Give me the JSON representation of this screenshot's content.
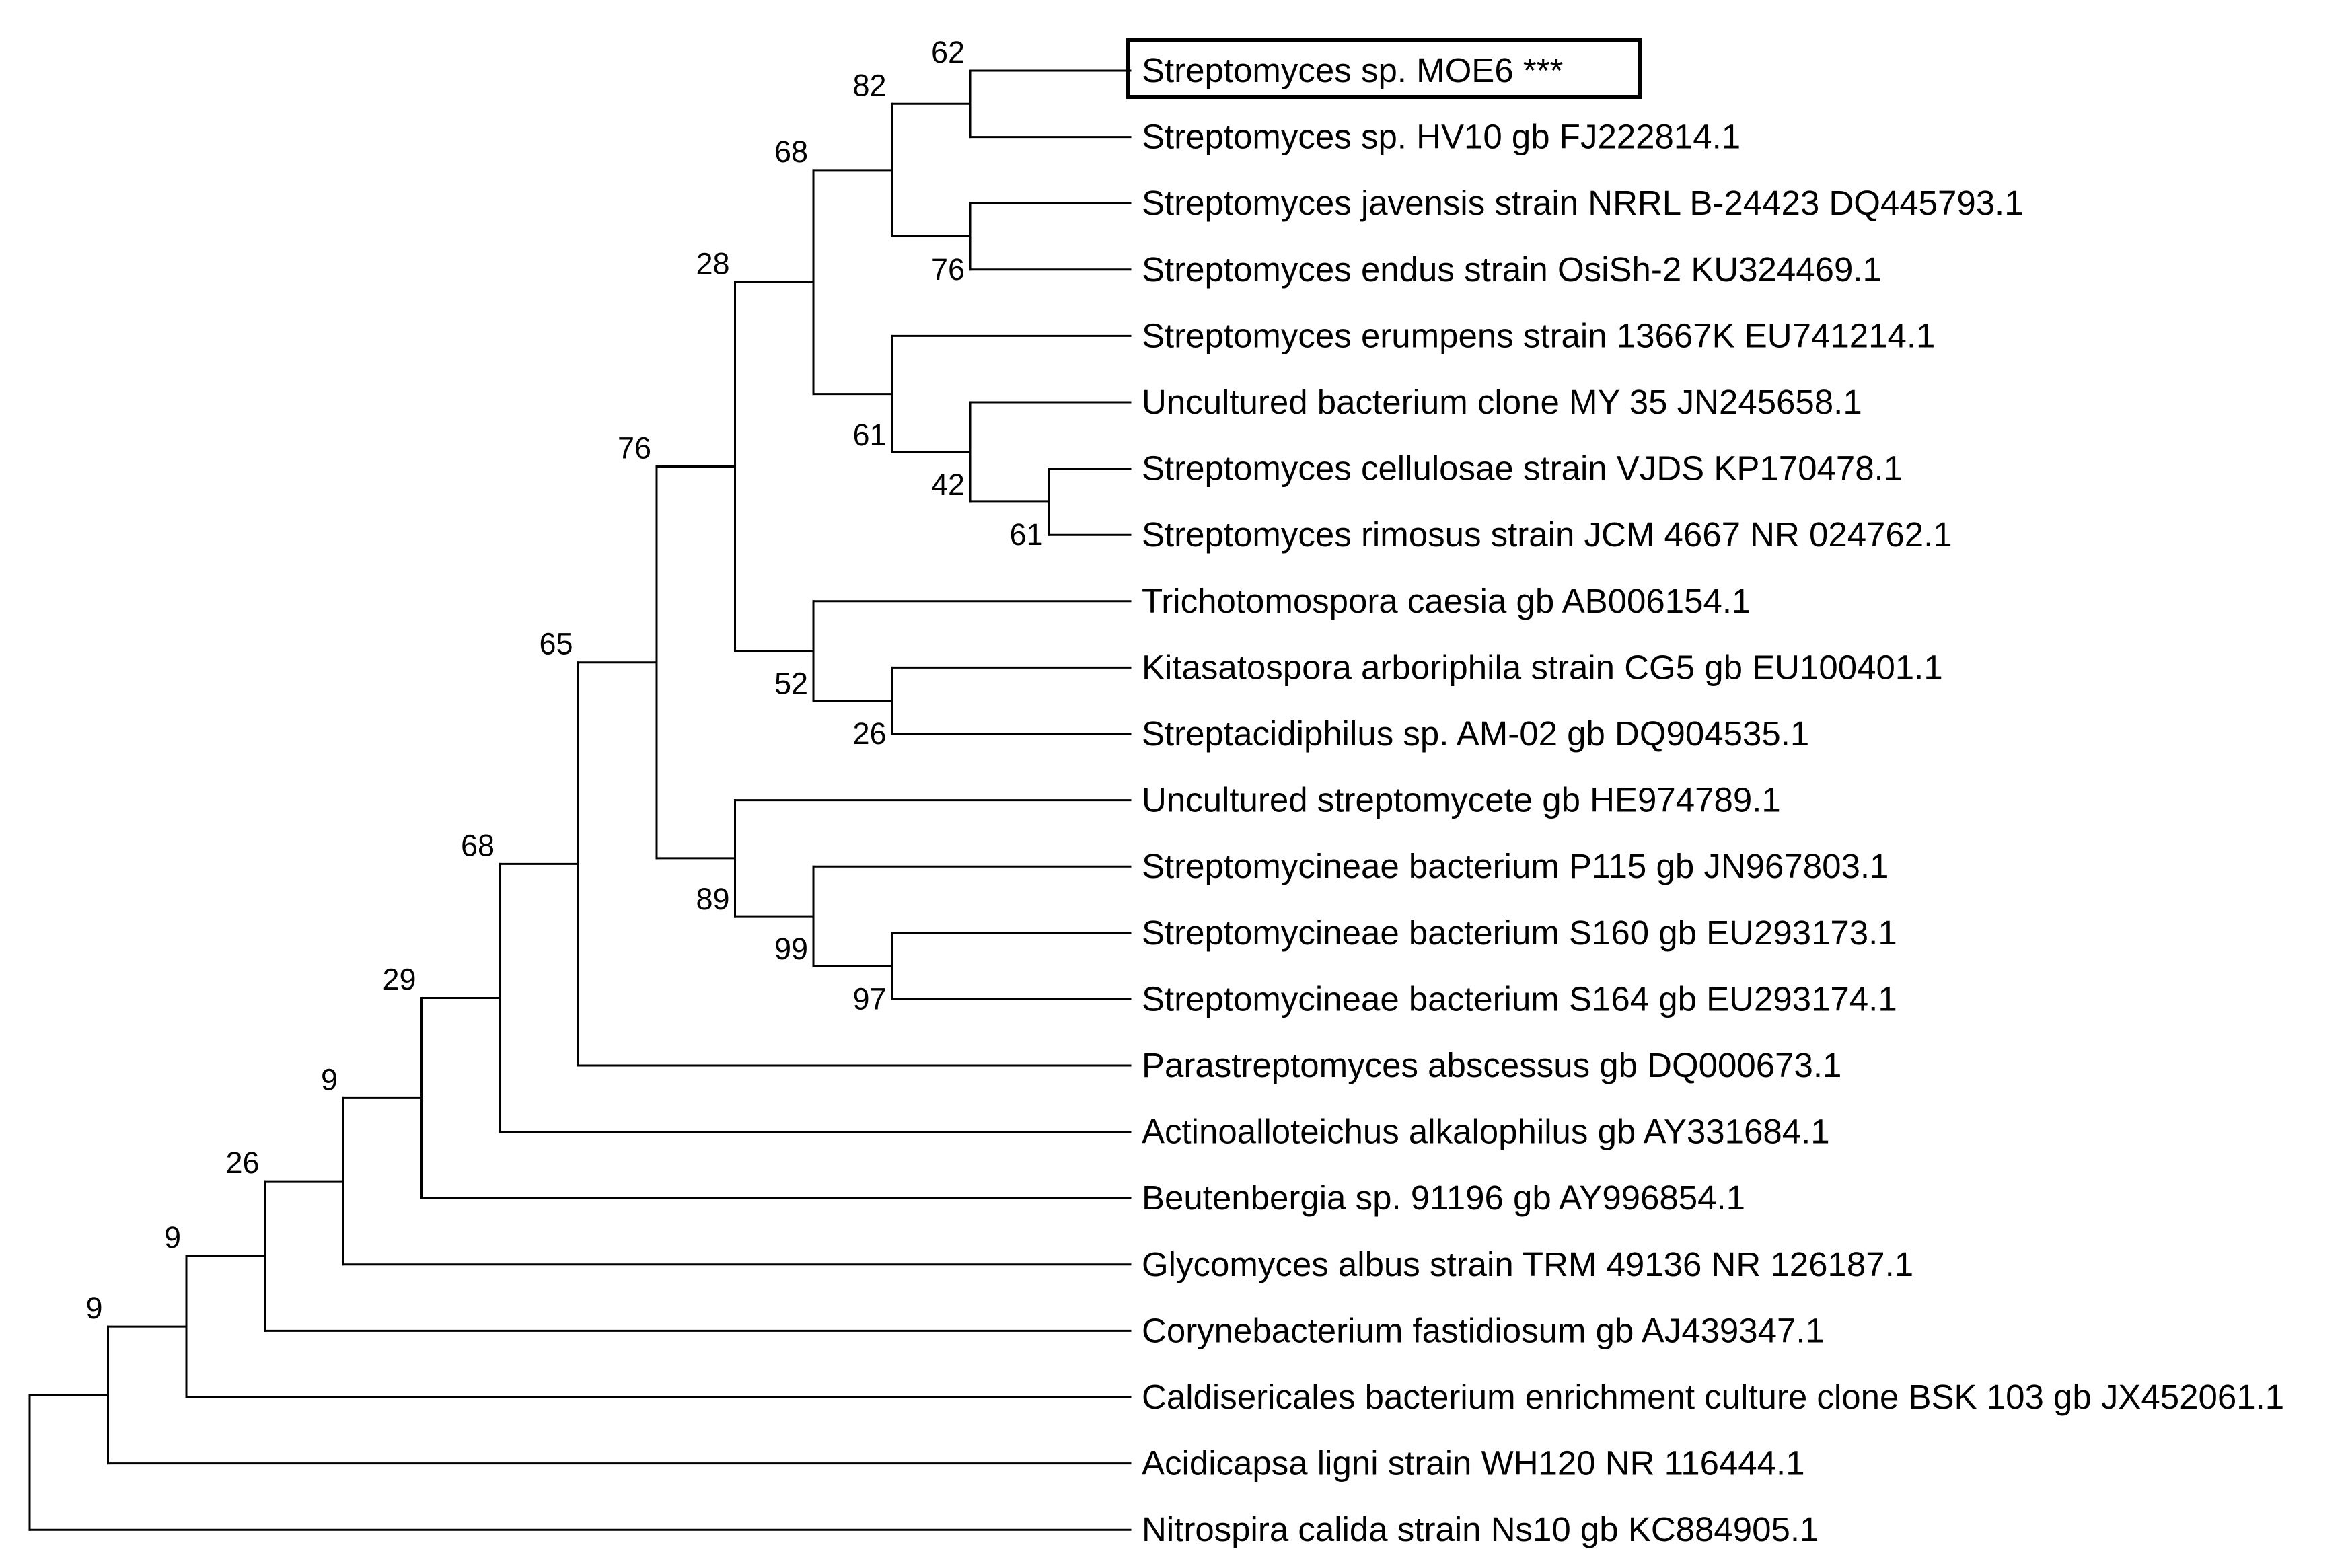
{
  "tree": {
    "highlighted_leaf": "MOE6",
    "leaves": [
      {
        "id": "MOE6",
        "label": "Streptomyces sp. MOE6 ***"
      },
      {
        "id": "HV10",
        "label": "Streptomyces sp. HV10 gb FJ222814.1"
      },
      {
        "id": "javensis",
        "label": "Streptomyces javensis strain NRRL B-24423 DQ445793.1"
      },
      {
        "id": "endus",
        "label": "Streptomyces endus strain OsiSh-2 KU324469.1"
      },
      {
        "id": "erumpens",
        "label": "Streptomyces erumpens strain 13667K EU741214.1"
      },
      {
        "id": "MY35",
        "label": "Uncultured bacterium clone MY 35 JN245658.1"
      },
      {
        "id": "cellulosae",
        "label": "Streptomyces cellulosae strain VJDS KP170478.1"
      },
      {
        "id": "rimosus",
        "label": "Streptomyces rimosus strain JCM 4667 NR 024762.1"
      },
      {
        "id": "trichot",
        "label": "Trichotomospora caesia gb AB006154.1"
      },
      {
        "id": "kitasat",
        "label": "Kitasatospora arboriphila strain CG5 gb EU100401.1"
      },
      {
        "id": "streptacid",
        "label": "Streptacidiphilus sp. AM-02 gb DQ904535.1"
      },
      {
        "id": "unc_strepto",
        "label": "Uncultured streptomycete gb HE974789.1"
      },
      {
        "id": "P115",
        "label": "Streptomycineae bacterium P115 gb JN967803.1"
      },
      {
        "id": "S160",
        "label": "Streptomycineae bacterium S160 gb EU293173.1"
      },
      {
        "id": "S164",
        "label": "Streptomycineae bacterium S164 gb EU293174.1"
      },
      {
        "id": "parastrep",
        "label": "Parastreptomyces abscessus gb DQ000673.1"
      },
      {
        "id": "actino",
        "label": "Actinoalloteichus alkalophilus gb AY331684.1"
      },
      {
        "id": "beuten",
        "label": "Beutenbergia sp. 91196 gb AY996854.1"
      },
      {
        "id": "glyco",
        "label": "Glycomyces albus strain TRM 49136 NR 126187.1"
      },
      {
        "id": "coryne",
        "label": "Corynebacterium fastidiosum gb AJ439347.1"
      },
      {
        "id": "caldi",
        "label": "Caldisericales bacterium enrichment culture clone BSK 103 gb JX452061.1"
      },
      {
        "id": "acidi",
        "label": "Acidicapsa ligni strain WH120 NR 116444.1"
      },
      {
        "id": "nitro",
        "label": "Nitrospira calida strain Ns10 gb KC884905.1"
      }
    ],
    "root": {
      "children": [
        {
          "support": "9",
          "children": [
            {
              "support": "9",
              "children": [
                {
                  "support": "26",
                  "children": [
                    {
                      "support": "9",
                      "children": [
                        {
                          "support": "29",
                          "children": [
                            {
                              "support": "68",
                              "children": [
                                {
                                  "support": "65",
                                  "children": [
                                    {
                                      "support": "76",
                                      "children": [
                                        {
                                          "support": "28",
                                          "children": [
                                            {
                                              "support": "68",
                                              "children": [
                                                {
                                                  "support": "82",
                                                  "children": [
                                                    {
                                                      "support": "62",
                                                      "children": [
                                                        {
                                                          "leaf": "MOE6"
                                                        },
                                                        {
                                                          "leaf": "HV10"
                                                        }
                                                      ]
                                                    },
                                                    {
                                                      "support": "76",
                                                      "children": [
                                                        {
                                                          "leaf": "javensis"
                                                        },
                                                        {
                                                          "leaf": "endus"
                                                        }
                                                      ]
                                                    }
                                                  ]
                                                },
                                                {
                                                  "support": "61",
                                                  "children": [
                                                    {
                                                      "leaf": "erumpens"
                                                    },
                                                    {
                                                      "support": "42",
                                                      "children": [
                                                        {
                                                          "leaf": "MY35"
                                                        },
                                                        {
                                                          "support": "61",
                                                          "children": [
                                                            {
                                                              "leaf": "cellulosae"
                                                            },
                                                            {
                                                              "leaf": "rimosus"
                                                            }
                                                          ]
                                                        }
                                                      ]
                                                    }
                                                  ]
                                                }
                                              ]
                                            },
                                            {
                                              "support": "52",
                                              "children": [
                                                {
                                                  "leaf": "trichot"
                                                },
                                                {
                                                  "support": "26",
                                                  "children": [
                                                    {
                                                      "leaf": "kitasat"
                                                    },
                                                    {
                                                      "leaf": "streptacid"
                                                    }
                                                  ]
                                                }
                                              ]
                                            }
                                          ]
                                        },
                                        {
                                          "support": "89",
                                          "children": [
                                            {
                                              "leaf": "unc_strepto"
                                            },
                                            {
                                              "support": "99",
                                              "children": [
                                                {
                                                  "leaf": "P115"
                                                },
                                                {
                                                  "support": "97",
                                                  "children": [
                                                    {
                                                      "leaf": "S160"
                                                    },
                                                    {
                                                      "leaf": "S164"
                                                    }
                                                  ]
                                                }
                                              ]
                                            }
                                          ]
                                        }
                                      ]
                                    },
                                    {
                                      "leaf": "parastrep"
                                    }
                                  ]
                                },
                                {
                                  "leaf": "actino"
                                }
                              ]
                            },
                            {
                              "leaf": "beuten"
                            }
                          ]
                        },
                        {
                          "leaf": "glyco"
                        }
                      ]
                    },
                    {
                      "leaf": "coryne"
                    }
                  ]
                },
                {
                  "leaf": "caldi"
                }
              ]
            },
            {
              "leaf": "acidi"
            }
          ]
        },
        {
          "leaf": "nitro"
        }
      ]
    }
  }
}
